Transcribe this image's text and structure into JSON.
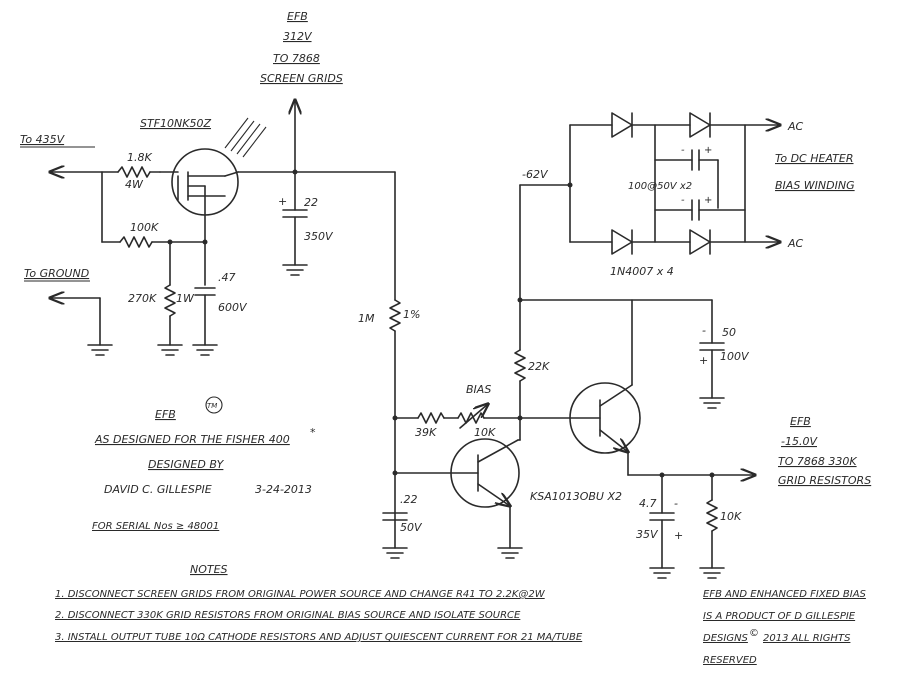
{
  "colors": {
    "ink": "#2a2a2a",
    "paper": "#ffffff"
  },
  "top": {
    "efb": "EFB",
    "voltage": "312V",
    "to": "TO 7868",
    "screen": "SCREEN GRIDS"
  },
  "mosfet": {
    "part": "STF10NK50Z"
  },
  "left": {
    "to435": "To 435V",
    "r18k": "1.8K",
    "r18k_watt": "4W",
    "r100k": "100K",
    "r270k": "270K",
    "r270k_watt": "1W",
    "cap47": ".47",
    "cap47_v": "600V",
    "toground": "To GROUND"
  },
  "cap22": {
    "plus": "+",
    "value": "22",
    "volt": "350V"
  },
  "r1m": {
    "value": "1M",
    "tol": "1%"
  },
  "rect": {
    "v62": "-62V",
    "caps": "100@50V x2",
    "diodes": "1N4007 x 4",
    "ac1": "AC",
    "ac2": "AC",
    "heater1": "To DC HEATER",
    "heater2": "BIAS WINDING"
  },
  "cap50": {
    "minus": "-",
    "value": "50",
    "plus": "+",
    "volt": "100V"
  },
  "r22k": "22K",
  "bias": {
    "label": "BIAS",
    "r39k": "39K",
    "r10k": "10K"
  },
  "transistor": "KSA1013OBU X2",
  "cap022": {
    "value": ".22",
    "volt": "50V"
  },
  "out": {
    "efb": "EFB",
    "voltage": "-15.0V",
    "to": "TO 7868 330K",
    "grid": "GRID RESISTORS"
  },
  "cap47u": {
    "value": "4.7",
    "minus": "-",
    "plus": "+",
    "volt": "35V"
  },
  "r10k_out": "10K",
  "credits": {
    "efb": "EFB",
    "tm": "TM",
    "line1": "AS DESIGNED FOR THE FISHER 400",
    "star": "*",
    "line2": "DESIGNED BY",
    "author": "DAVID C. GILLESPIE",
    "date": "3-24-2013",
    "serial": "FOR SERIAL Nos ≥ 48001"
  },
  "notes": {
    "title": "NOTES",
    "n1": "1. DISCONNECT SCREEN GRIDS FROM ORIGINAL POWER SOURCE AND CHANGE R41 TO 2.2K@2W",
    "n2": "2. DISCONNECT 330K GRID RESISTORS FROM ORIGINAL BIAS SOURCE AND ISOLATE SOURCE",
    "n3": "3. INSTALL OUTPUT TUBE 10Ω CATHODE RESISTORS AND ADJUST QUIESCENT CURRENT FOR 21 MA/TUBE"
  },
  "copyright": {
    "l1": "EFB AND ENHANCED FIXED BIAS",
    "l2": "IS A PRODUCT OF D GILLESPIE",
    "l3": "DESIGNS",
    "c": "©",
    "l3b": "2013 ALL RIGHTS",
    "l4": "RESERVED"
  }
}
